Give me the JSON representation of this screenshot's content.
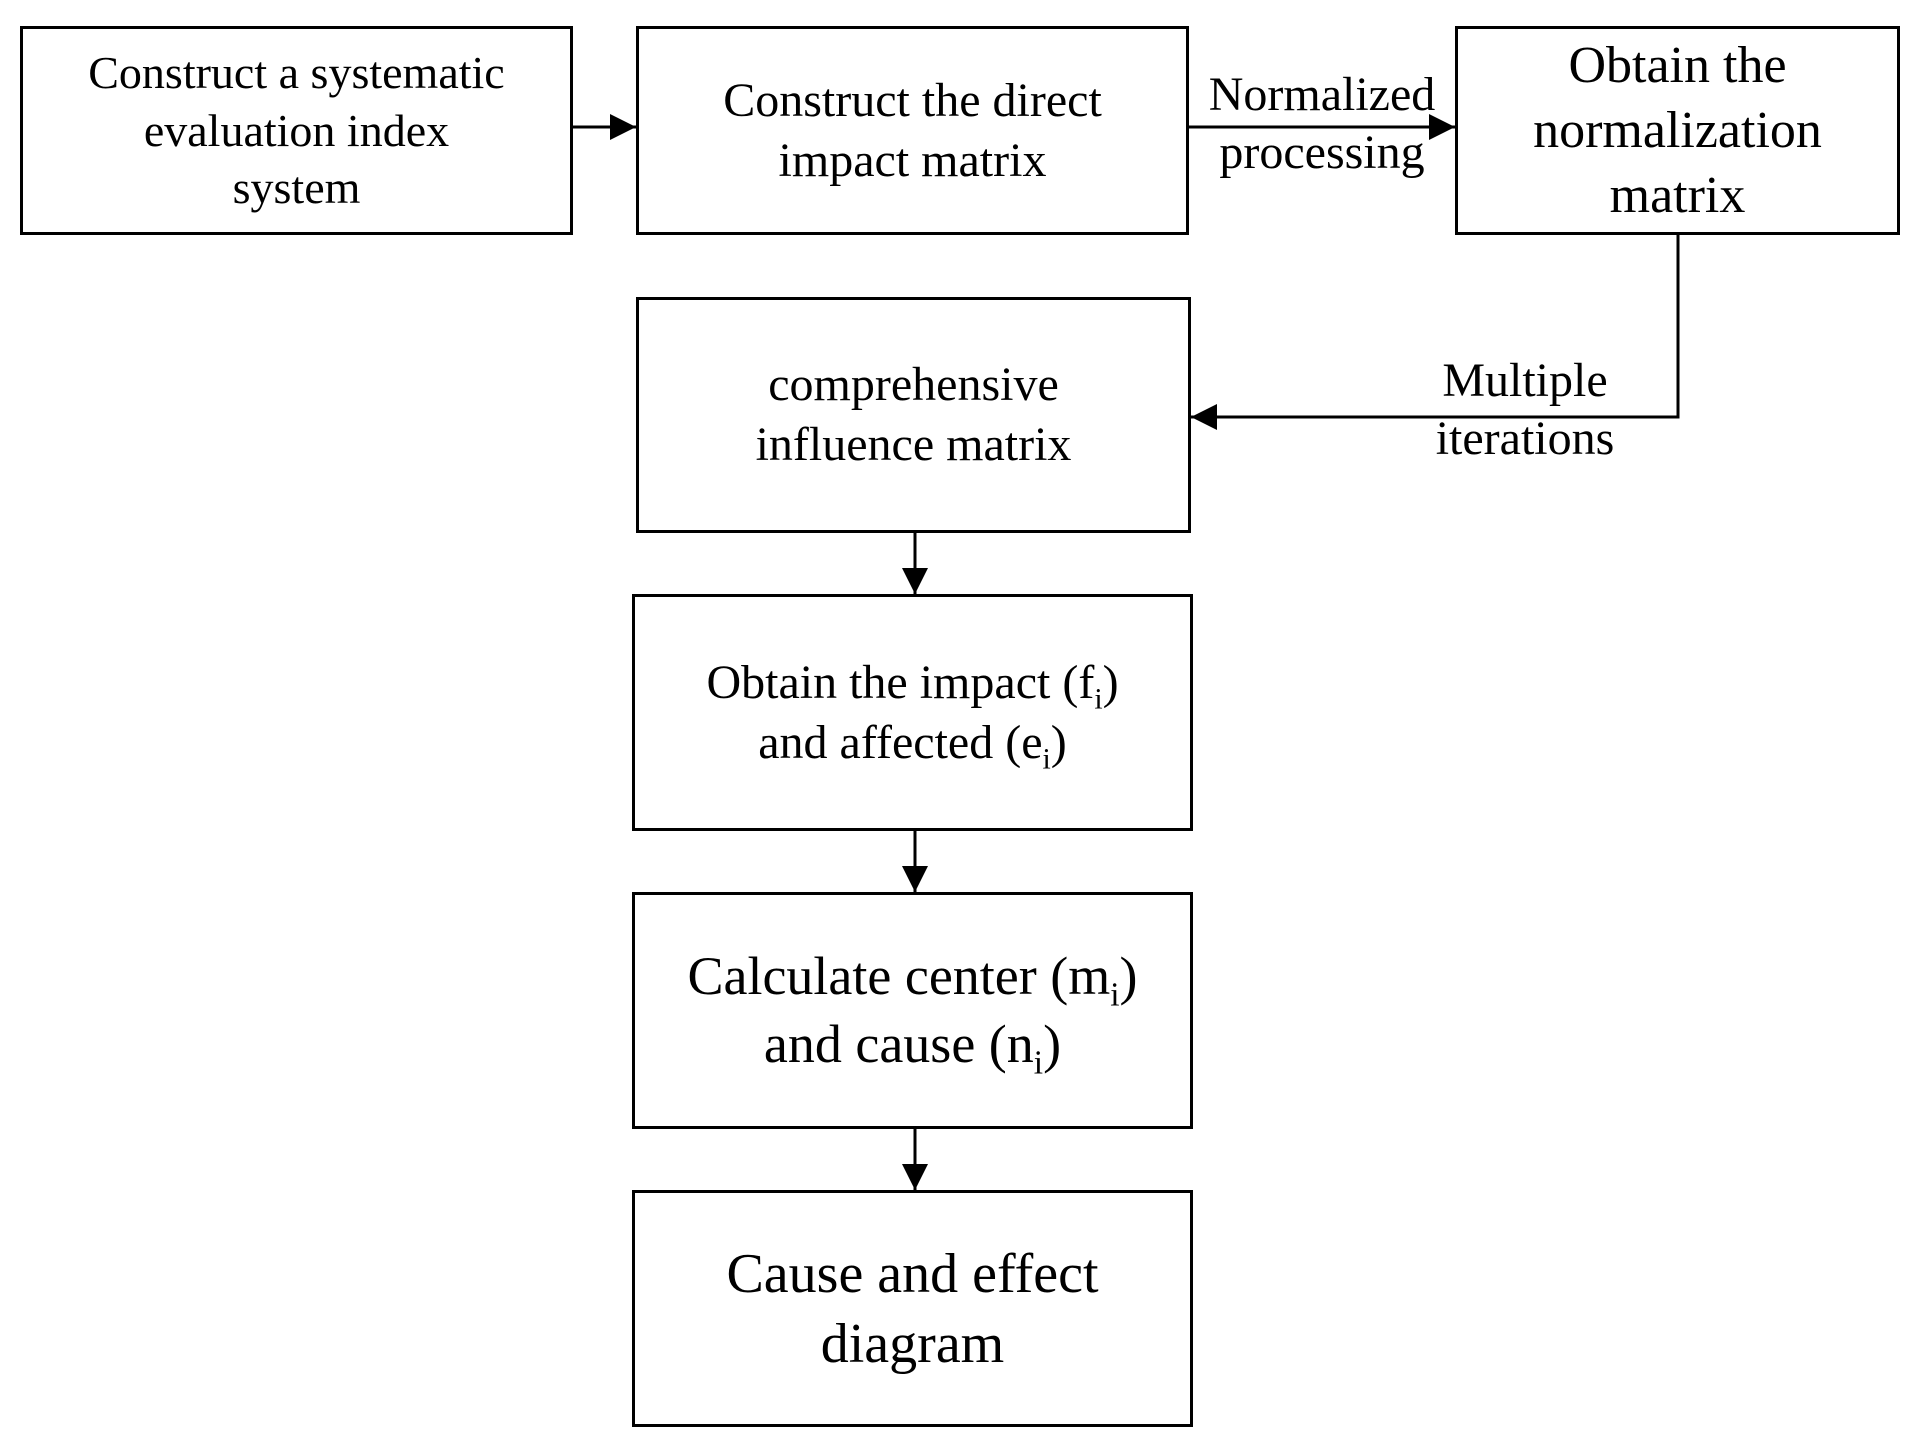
{
  "nodes": {
    "construct_index_system": {
      "lines": [
        "Construct a systematic",
        "evaluation index",
        "system"
      ]
    },
    "construct_direct_matrix": {
      "lines": [
        "Construct the direct",
        "impact matrix"
      ]
    },
    "normalization_matrix": {
      "lines": [
        "Obtain the",
        "normalization",
        "matrix"
      ]
    },
    "comprehensive_matrix": {
      "lines": [
        "comprehensive",
        "influence matrix"
      ]
    },
    "impact_affected": {
      "line1": {
        "text": "Obtain the impact (f",
        "sub": "i",
        "tail": ")"
      },
      "line2": {
        "text": "and affected (e",
        "sub": "i",
        "tail": ")"
      }
    },
    "center_cause": {
      "line1": {
        "text": "Calculate center (m",
        "sub": "i",
        "tail": ")"
      },
      "line2": {
        "text": "and cause (n",
        "sub": "i",
        "tail": ")"
      }
    },
    "cause_effect": {
      "lines": [
        "Cause and effect",
        "diagram"
      ]
    }
  },
  "edge_labels": {
    "normalized_processing": [
      "Normalized",
      "processing"
    ],
    "multiple_iterations": [
      "Multiple",
      "iterations"
    ]
  },
  "colors": {
    "stroke": "#000000",
    "background": "#ffffff",
    "text": "#000000"
  }
}
